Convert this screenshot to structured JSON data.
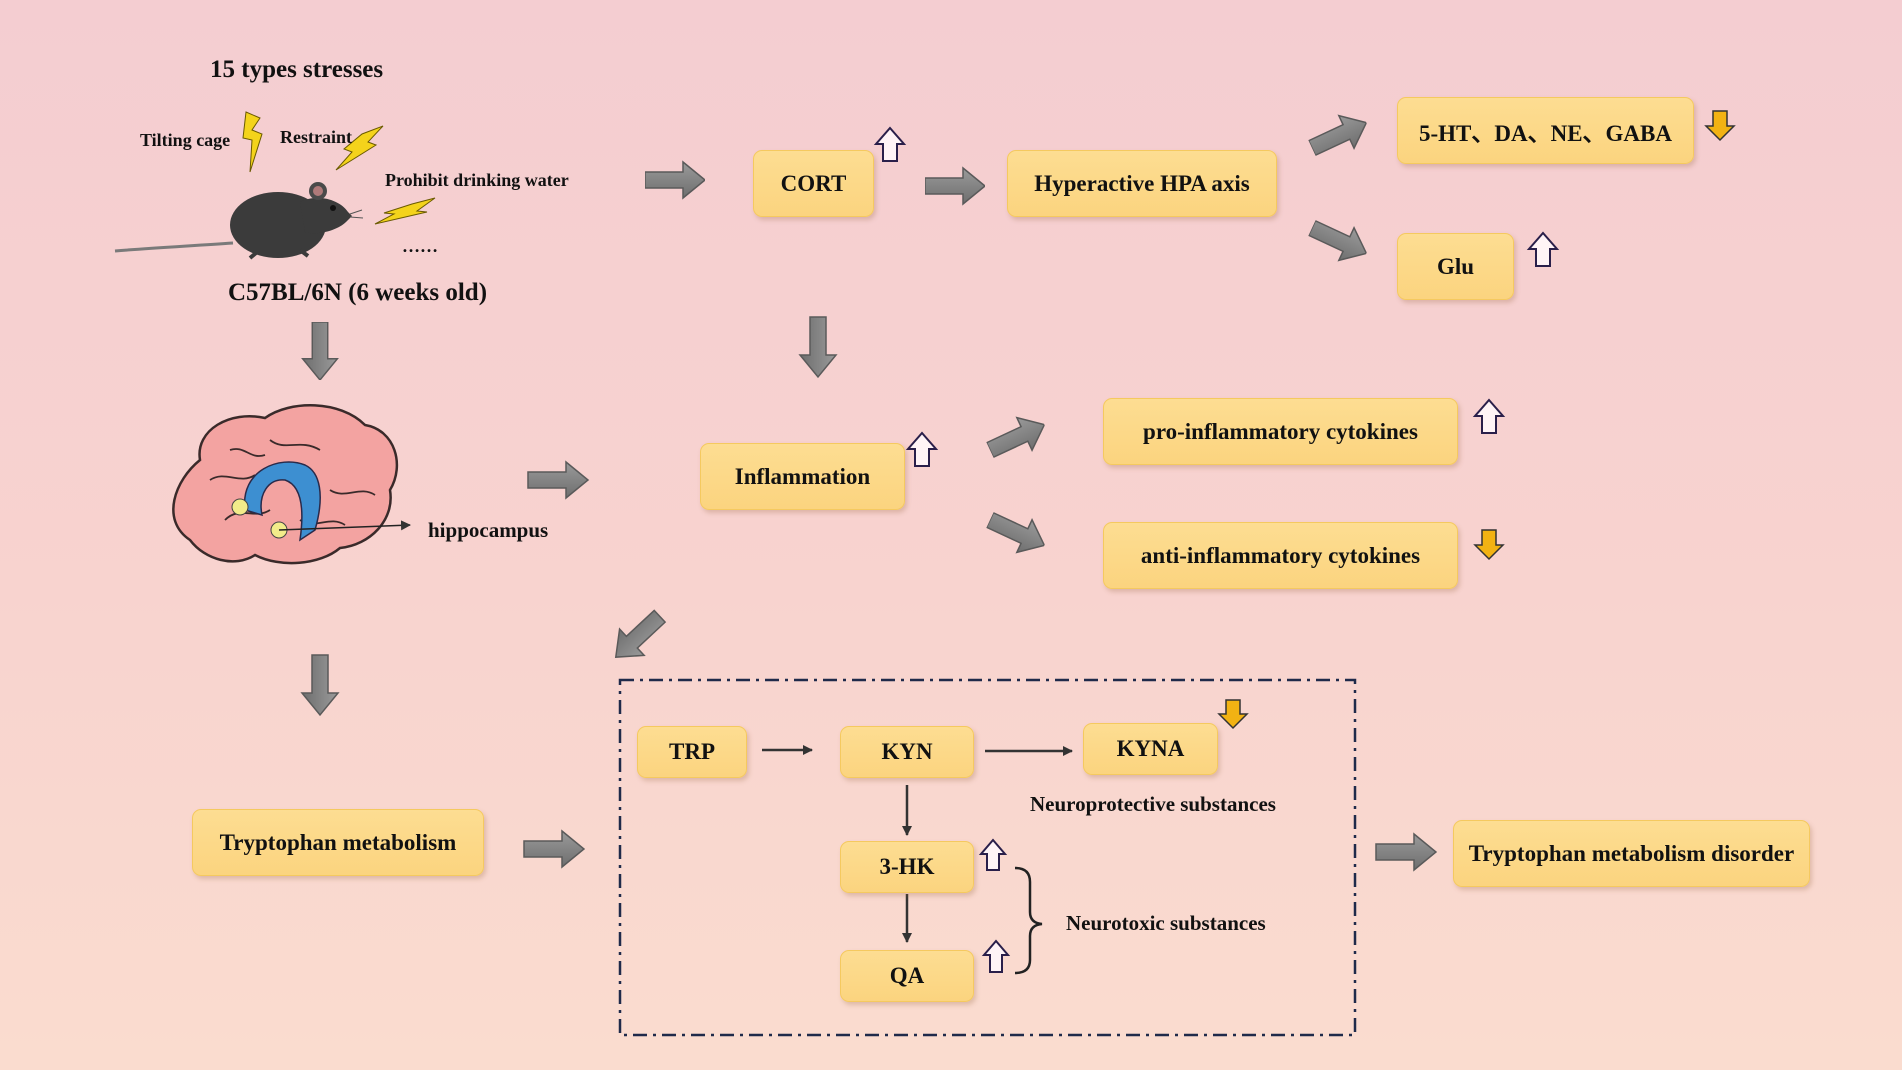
{
  "mouse_panel": {
    "title": "15 types stresses",
    "stresses": [
      "Tilting cage",
      "Restraint",
      "Prohibit drinking water",
      "……"
    ],
    "strain": "C57BL/6N (6 weeks old)"
  },
  "brain_panel": {
    "region_label": "hippocampus"
  },
  "nodes": {
    "cort": "CORT",
    "hpa": "Hyperactive HPA axis",
    "neurotransmitters": "5-HT、DA、NE、GABA",
    "glu": "Glu",
    "inflammation": "Inflammation",
    "pro_cytokines": "pro-inflammatory cytokines",
    "anti_cytokines": "anti-inflammatory cytokines",
    "trp_metabolism": "Tryptophan metabolism",
    "trp": "TRP",
    "kyn": "KYN",
    "kyna": "KYNA",
    "hk": "3-HK",
    "qa": "QA",
    "trp_disorder": "Tryptophan metabolism disorder"
  },
  "annotations": {
    "neuroprotective": "Neuroprotective substances",
    "neurotoxic": "Neurotoxic substances"
  },
  "changes": {
    "cort": "up",
    "neurotransmitters": "down",
    "glu": "up",
    "inflammation": "up",
    "pro_cytokines": "up",
    "anti_cytokines": "down",
    "kyna": "down",
    "hk": "up",
    "qa": "up"
  },
  "colors": {
    "node_fill": "#fcd886",
    "node_border": "#f5c95f",
    "big_arrow": "#808080",
    "down_arrow_fill": "#f2b213",
    "up_arrow_stroke": "#2a1f4a",
    "hippocampus": "#3d8fd1",
    "brain": "#f3a3a1"
  }
}
